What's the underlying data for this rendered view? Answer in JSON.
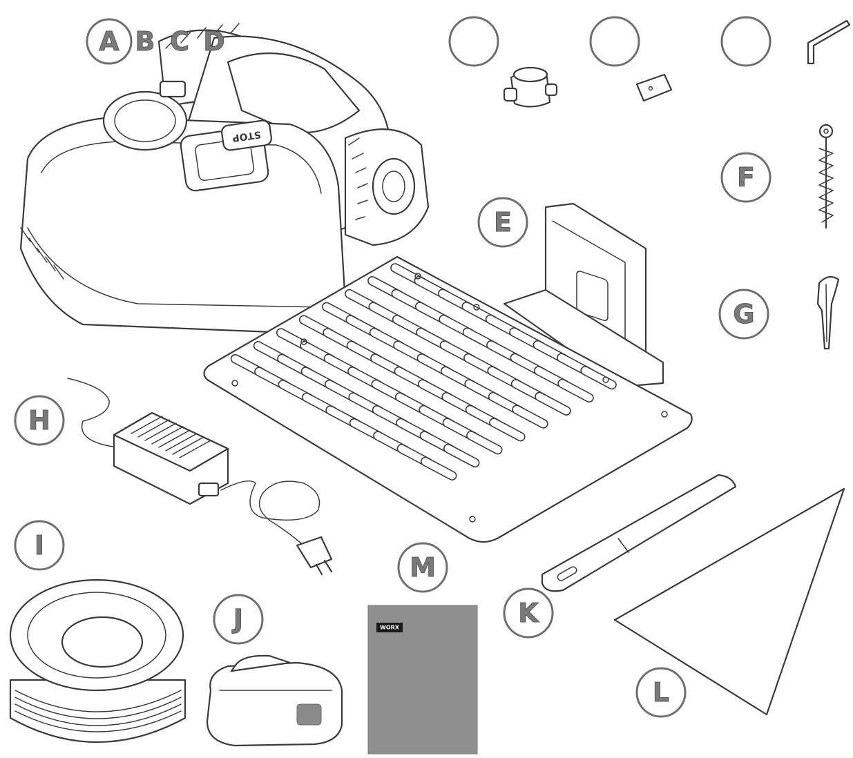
{
  "labels": {
    "mower_a": "A",
    "mower_b": "B",
    "mower_c": "C",
    "mower_d": "D",
    "base_e": "E",
    "screw_f": "F",
    "peg_g": "G",
    "power_h": "H",
    "wire_i": "I",
    "battery_j": "J",
    "ruler_k": "K",
    "flag_l": "L",
    "manual_m": "M"
  },
  "mower": {
    "stop_text": "STOP"
  },
  "manual": {
    "brand_text": "WORX"
  }
}
